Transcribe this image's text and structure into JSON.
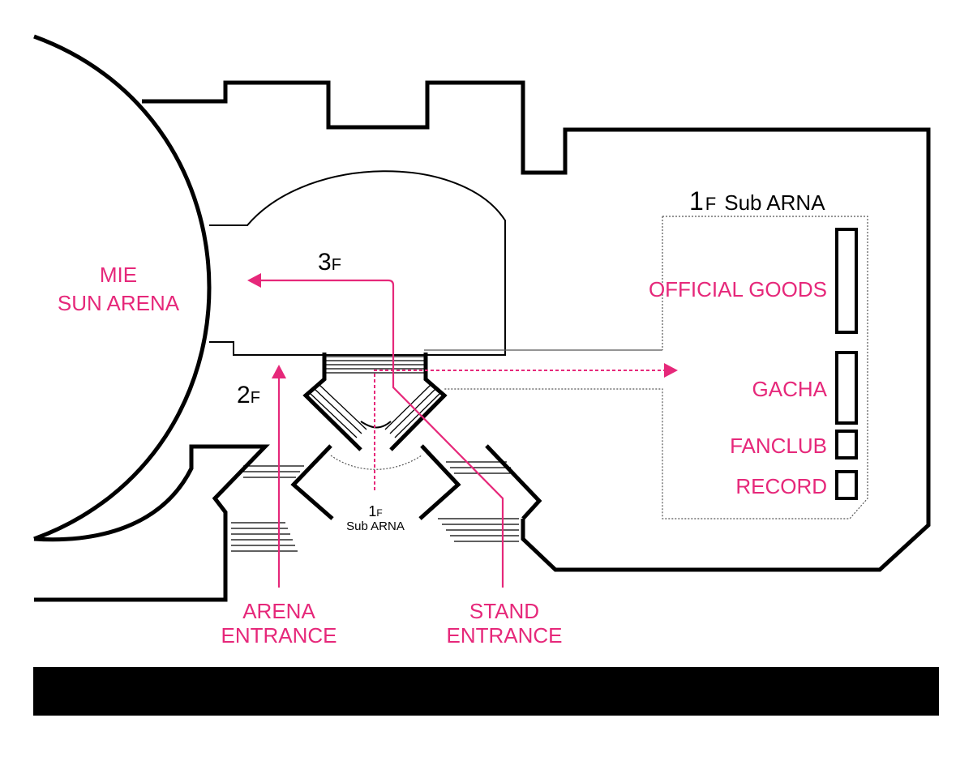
{
  "venue": {
    "name_line1": "MIE",
    "name_line2": "SUN ARENA"
  },
  "floors": {
    "f3": {
      "num": "3",
      "suffix": "F"
    },
    "f2": {
      "num": "2",
      "suffix": "F"
    }
  },
  "sub_arena_header": {
    "num": "1",
    "suffix": "F",
    "name": "Sub ARNA"
  },
  "sub_arena_small": {
    "num": "1",
    "suffix": "F",
    "name": "Sub ARNA"
  },
  "booths": [
    {
      "label": "OFFICIAL GOODS"
    },
    {
      "label": "GACHA"
    },
    {
      "label": "FANCLUB"
    },
    {
      "label": "RECORD"
    }
  ],
  "entrances": {
    "arena": {
      "line1": "ARENA",
      "line2": "ENTRANCE"
    },
    "stand": {
      "line1": "STAND",
      "line2": "ENTRANCE"
    }
  },
  "colors": {
    "route": "#e6287a",
    "wall": "#000000",
    "background": "#ffffff"
  }
}
